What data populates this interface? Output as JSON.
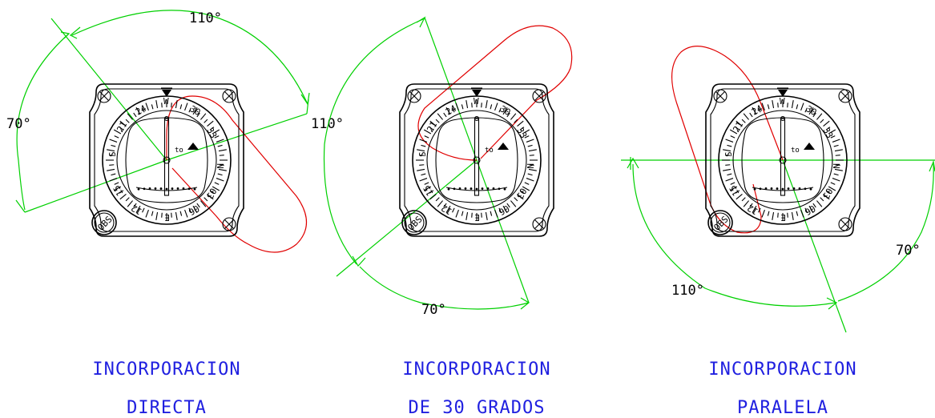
{
  "panels": [
    {
      "caption_line1": "INCORPORACION",
      "caption_line2": "DIRECTA",
      "angles": [
        "110°",
        "110°",
        "70°"
      ]
    },
    {
      "caption_line1": "INCORPORACION",
      "caption_line2": "DE 30 GRADOS",
      "angles": [
        "70°"
      ]
    },
    {
      "caption_line1": "INCORPORACION",
      "caption_line2": "PARALELA",
      "angles": [
        "70°",
        "110°"
      ]
    }
  ],
  "instrument": {
    "obs_label": "OBS",
    "to_label": "to",
    "heading_marks": [
      "W",
      "30",
      "33",
      "N",
      "03",
      "06",
      "E",
      "12",
      "15",
      "S",
      "21",
      "24"
    ]
  },
  "colors": {
    "sector_lines": "#00d000",
    "holding_pattern": "#e00000",
    "caption_text": "#2020e0",
    "instrument": "#000000"
  }
}
